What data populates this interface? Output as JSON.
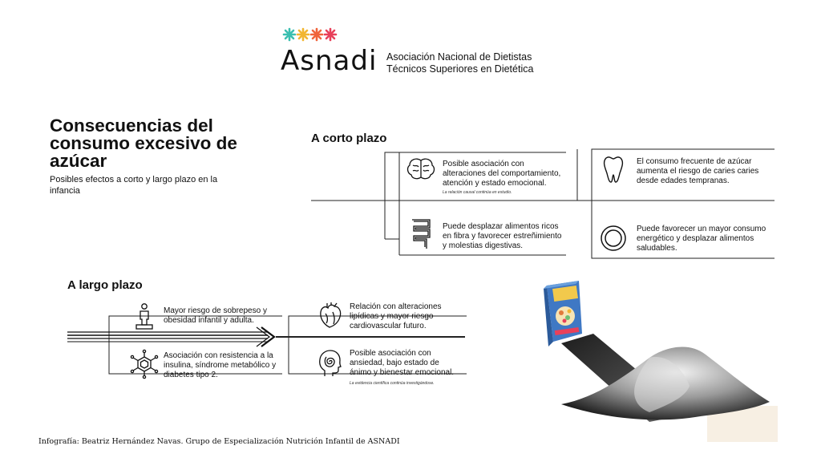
{
  "header": {
    "logo_text": "Asnadi",
    "org_line1": "Asociación Nacional de Dietistas",
    "org_line2": "Técnicos Superiores en Dietética",
    "star_colors": [
      "#3bbfb0",
      "#f2b631",
      "#f0643c",
      "#e8405a"
    ]
  },
  "title": "Consecuencias del consumo excesivo de azúcar",
  "subtitle": "Posibles efectos a corto y largo plazo en la infancia",
  "short_term": {
    "heading": "A corto plazo",
    "items": [
      {
        "icon": "brain-icon",
        "text": "Posible asociación con alteraciones del comportamiento, atención y estado emocional.",
        "note": "La relación causal continúa en estudio."
      },
      {
        "icon": "tooth-icon",
        "text": "El consumo frecuente de azúcar aumenta el riesgo de caries caries desde edades tempranas.",
        "note": ""
      },
      {
        "icon": "intestine-icon",
        "text": "Puede desplazar alimentos ricos en fibra y favorecer estreñimiento y molestias digestivas.",
        "note": ""
      },
      {
        "icon": "plate-icon",
        "text": "Puede favorecer un mayor consumo energético y desplazar alimentos saludables.",
        "note": ""
      }
    ]
  },
  "long_term": {
    "heading": "A largo plazo",
    "items": [
      {
        "icon": "person-scale-icon",
        "text": "Mayor riesgo de sobrepeso y obesidad infantil y adulta.",
        "note": ""
      },
      {
        "icon": "molecule-icon",
        "text": "Asociación con resistencia a la insulina, síndrome metabólico y diabetes tipo 2.",
        "note": ""
      },
      {
        "icon": "heart-icon",
        "text": "Relación con alteraciones lipídicas y mayor riesgo cardiovascular futuro.",
        "note": ""
      },
      {
        "icon": "head-spiral-icon",
        "text": "Posible asociación con ansiedad, bajo estado de ánimo y bienestar emocional.",
        "note": "La evidencia científica continúa investigándose."
      }
    ]
  },
  "footer": "Infografía: Beatriz Hernández Navas. Grupo de Especialización Nutrición Infantil de ASNADI"
}
